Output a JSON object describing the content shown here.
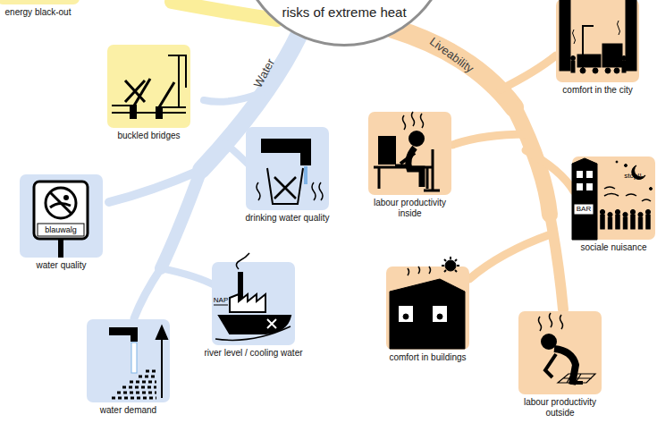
{
  "diagram": {
    "nodes": [
      {
        "text": [
          "risks of extreme heat"
        ]
      },
      {
        "text": [
          "energy black-out"
        ]
      },
      {
        "text": [
          "buckled bridges"
        ]
      },
      {
        "text": [
          "comfort in the city"
        ]
      },
      {
        "text": [
          "labour productivity inside"
        ]
      },
      {
        "text": [
          "drinking water quality"
        ]
      },
      {
        "text": [
          "sociale nuisance"
        ]
      },
      {
        "text": [
          "water quality"
        ]
      },
      {
        "text": [
          "river level / cooling water"
        ]
      },
      {
        "text": [
          "comfort in buildings"
        ]
      },
      {
        "text": [
          "labour productivity outside"
        ]
      },
      {
        "text": [
          "water demand"
        ]
      }
    ],
    "labels": [
      "Water",
      "Liveability",
      "blauwalg",
      "NAP",
      "BAR",
      "stop!!"
    ]
  }
}
